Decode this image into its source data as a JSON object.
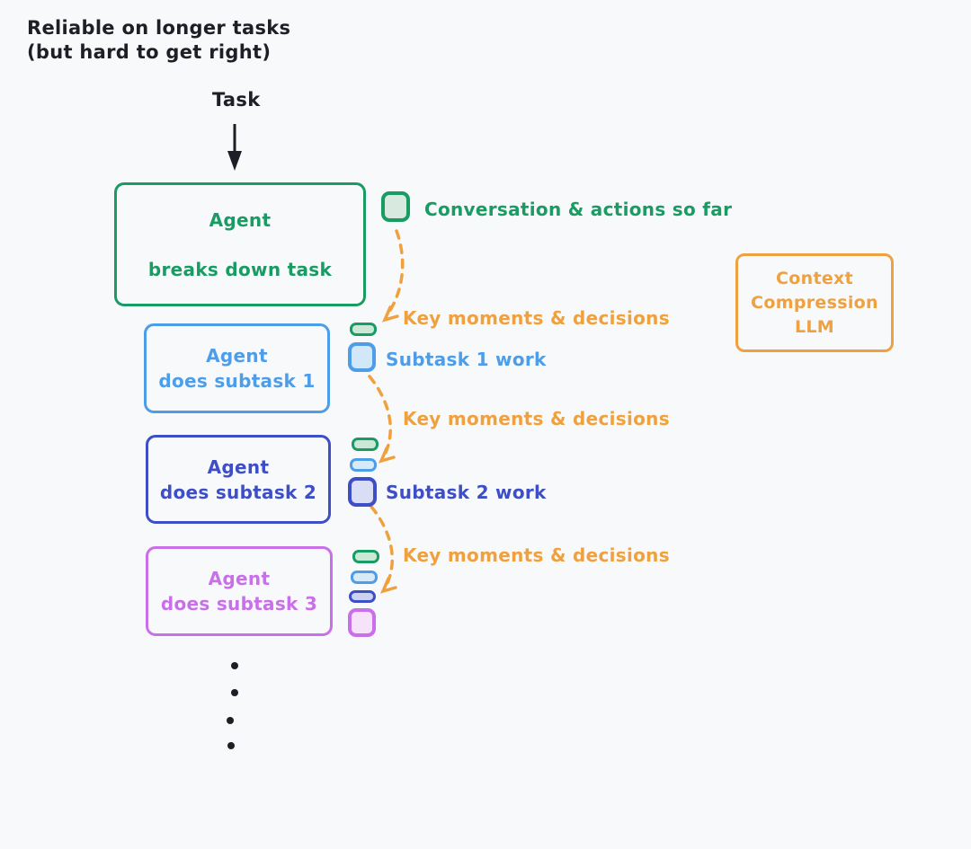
{
  "heading": {
    "line1": "Reliable on longer tasks",
    "line2": "(but hard to get right)"
  },
  "task_label": "Task",
  "agents": {
    "main": {
      "title": "Agent",
      "subtitle": "breaks down task"
    },
    "subtask1": {
      "title": "Agent",
      "subtitle": "does subtask 1"
    },
    "subtask2": {
      "title": "Agent",
      "subtitle": "does subtask 2"
    },
    "subtask3": {
      "title": "Agent",
      "subtitle": "does subtask 3"
    }
  },
  "memory_labels": {
    "conversation": "Conversation & actions so far",
    "key_moments": "Key moments & decisions",
    "subtask1_work": "Subtask 1 work",
    "subtask2_work": "Subtask 2 work"
  },
  "context_llm": {
    "line1": "Context",
    "line2": "Compression",
    "line3": "LLM"
  },
  "chips": {
    "conversation_chip": "green rounded square: full conversation context",
    "compressed_green": "green pill: compressed key moments",
    "compressed_blue": "blue pill: compressed subtask 1 moments",
    "compressed_indigo": "indigo pill: compressed subtask 2 moments",
    "subtask1_chip": "blue rounded square: subtask 1 work context",
    "subtask2_chip": "indigo rounded square: subtask 2 work context",
    "subtask3_chip": "purple rounded square: subtask 3 work context"
  },
  "ellipsis_dot_count": 4,
  "colors": {
    "background": "#f8f9fb",
    "ink": "#1e1e26",
    "green": "#199c64",
    "blue": "#4d9de8",
    "indigo": "#3d4ec7",
    "purple": "#c86fe9",
    "orange": "#efa140",
    "green_fill": "#d8eae0",
    "blue_fill": "#d2e7f8",
    "indigo_fill": "#dadef4",
    "purple_fill": "#f6e3fa"
  }
}
